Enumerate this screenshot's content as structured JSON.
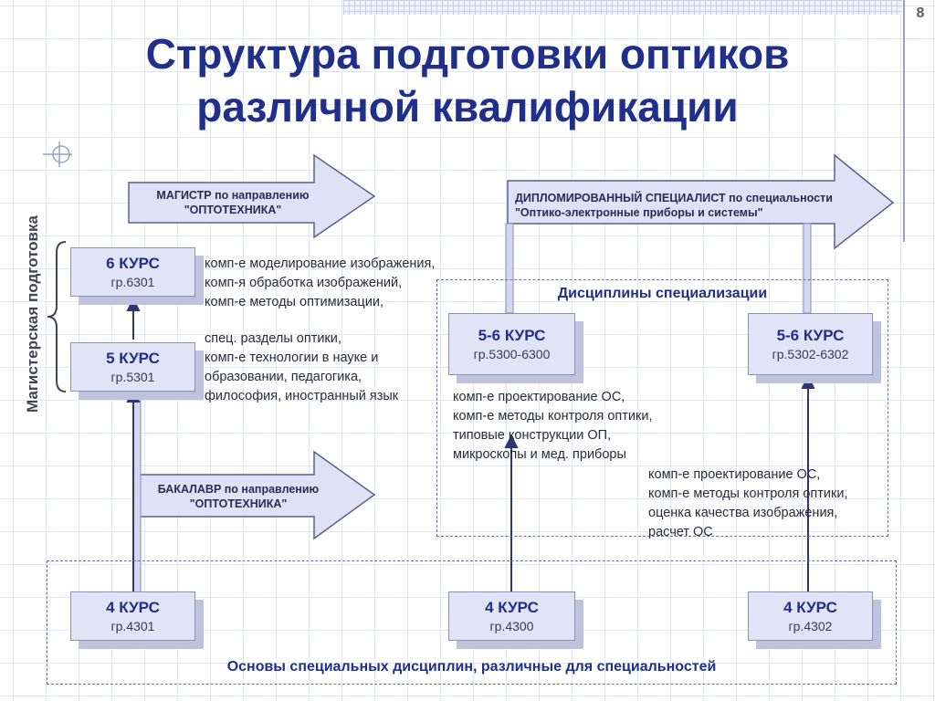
{
  "page_number": "8",
  "title_line1": "Структура подготовки оптиков",
  "title_line2": "различной квалификации",
  "side_label": "Магистерская подготовка",
  "arrows": {
    "magistr_line1": "МАГИСТР по направлению",
    "magistr_line2": "\"ОПТОТЕХНИКА\"",
    "bakalavr_line1": "БАКАЛАВР по направлению",
    "bakalavr_line2": "\"ОПТОТЕХНИКА\"",
    "specialist_line1": "ДИПЛОМИРОВАННЫЙ СПЕЦИАЛИСТ по специальности",
    "specialist_line2": "\"Оптико-электронные приборы и системы\""
  },
  "boxes": {
    "c6": {
      "course": "6 КУРС",
      "group": "гр.6301"
    },
    "c5": {
      "course": "5 КУРС",
      "group": "гр.5301"
    },
    "c4_left": {
      "course": "4 КУРС",
      "group": "гр.4301"
    },
    "c56_mid": {
      "course": "5-6 КУРС",
      "group": "гр.5300-6300"
    },
    "c56_right": {
      "course": "5-6 КУРС",
      "group": "гр.5302-6302"
    },
    "c4_mid": {
      "course": "4 КУРС",
      "group": "гр.4300"
    },
    "c4_right": {
      "course": "4 КУРС",
      "group": "гр.4302"
    }
  },
  "lists": {
    "magistr_6": [
      "комп-е моделирование изображения,",
      "комп-я обработка изображений,",
      "комп-е методы оптимизации,"
    ],
    "magistr_5": [
      "спец. разделы оптики,",
      "комп-е технологии в науке и",
      "образовании, педагогика,",
      "философия, иностранный язык"
    ],
    "spec_mid": [
      "комп-е проектирование ОС,",
      "комп-е методы контроля оптики,",
      "типовые конструкции ОП,",
      "микроскопы и мед. приборы"
    ],
    "spec_right": [
      "комп-е проектирование ОС,",
      "комп-е методы контроля оптики,",
      "оценка качества изображения,",
      "расчет ОС"
    ]
  },
  "specialization_title": "Дисциплины специализации",
  "footer": "Основы специальных дисциплин, различные для специальностей",
  "colors": {
    "accent": "#1f2f8a",
    "arrow_fill": "#dfe2f6",
    "arrow_stroke": "#5a5f8f",
    "box_fill": "#e1e3f6"
  },
  "icons": [
    "crosshair-icon",
    "brace-icon"
  ]
}
